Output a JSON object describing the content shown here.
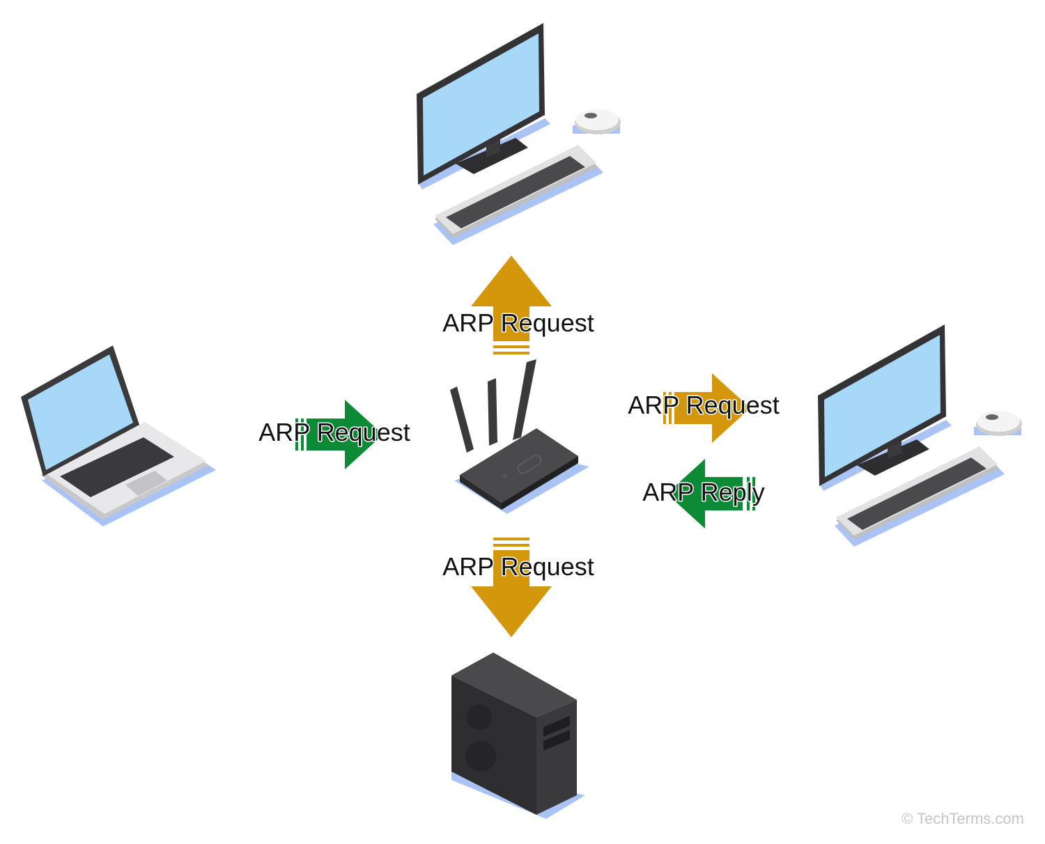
{
  "colors": {
    "broadcast": "#d4960b",
    "reply": "#0c8a35",
    "screen": "#a8d8f8",
    "shadow": "#a9c3f4",
    "device": "#3a3a3c"
  },
  "devices": {
    "laptop": "laptop-icon",
    "desktop_top": "desktop-computer-icon",
    "desktop_right": "desktop-computer-icon",
    "router": "router-icon",
    "server": "tower-server-icon"
  },
  "arrows": {
    "laptop_to_router": {
      "label": "ARP Request",
      "direction": "right",
      "color": "reply"
    },
    "router_to_top": {
      "label": "ARP Request",
      "direction": "up",
      "color": "broadcast"
    },
    "router_to_right": {
      "label": "ARP Request",
      "direction": "right",
      "color": "broadcast"
    },
    "right_to_router": {
      "label": "ARP Reply",
      "direction": "left",
      "color": "reply"
    },
    "router_to_bottom": {
      "label": "ARP Request",
      "direction": "down",
      "color": "broadcast"
    }
  },
  "copyright": "© TechTerms.com"
}
